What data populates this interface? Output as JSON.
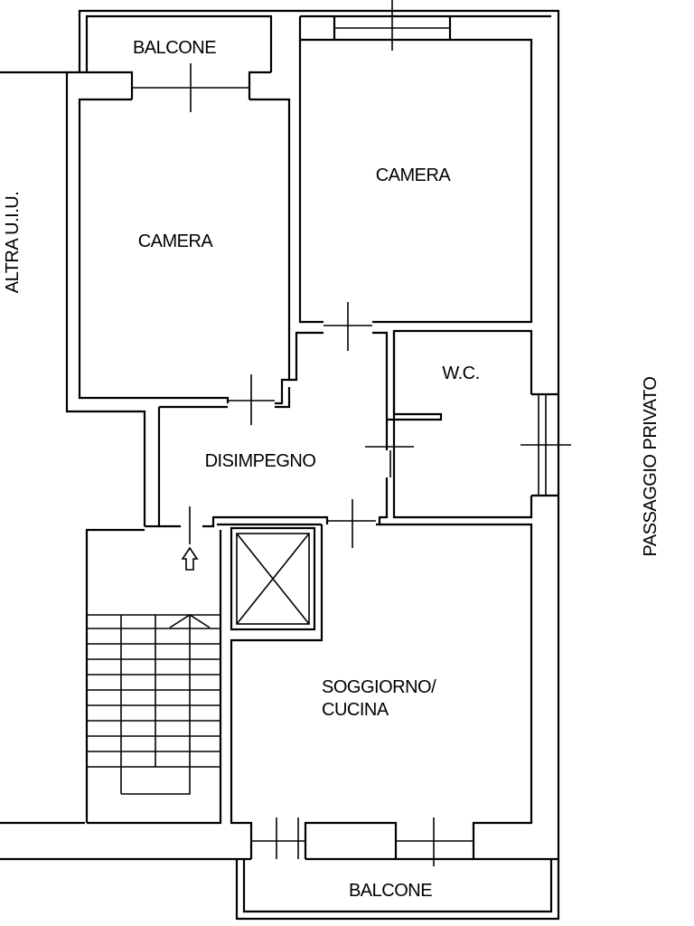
{
  "rooms": {
    "balcone_top": "BALCONE",
    "camera_left": "CAMERA",
    "camera_right": "CAMERA",
    "wc": "W.C.",
    "disimpegno": "DISIMPEGNO",
    "soggiorno_line1": "SOGGIORNO/",
    "soggiorno_line2": "CUCINA",
    "balcone_bottom": "BALCONE"
  },
  "surroundings": {
    "left": "ALTRA U.I.U.",
    "right": "PASSAGGIO PRIVATO"
  },
  "icons": {
    "entrance": "entrance-arrow-icon",
    "shaft": "shaft-cross-icon",
    "stair": "staircase-icon"
  }
}
